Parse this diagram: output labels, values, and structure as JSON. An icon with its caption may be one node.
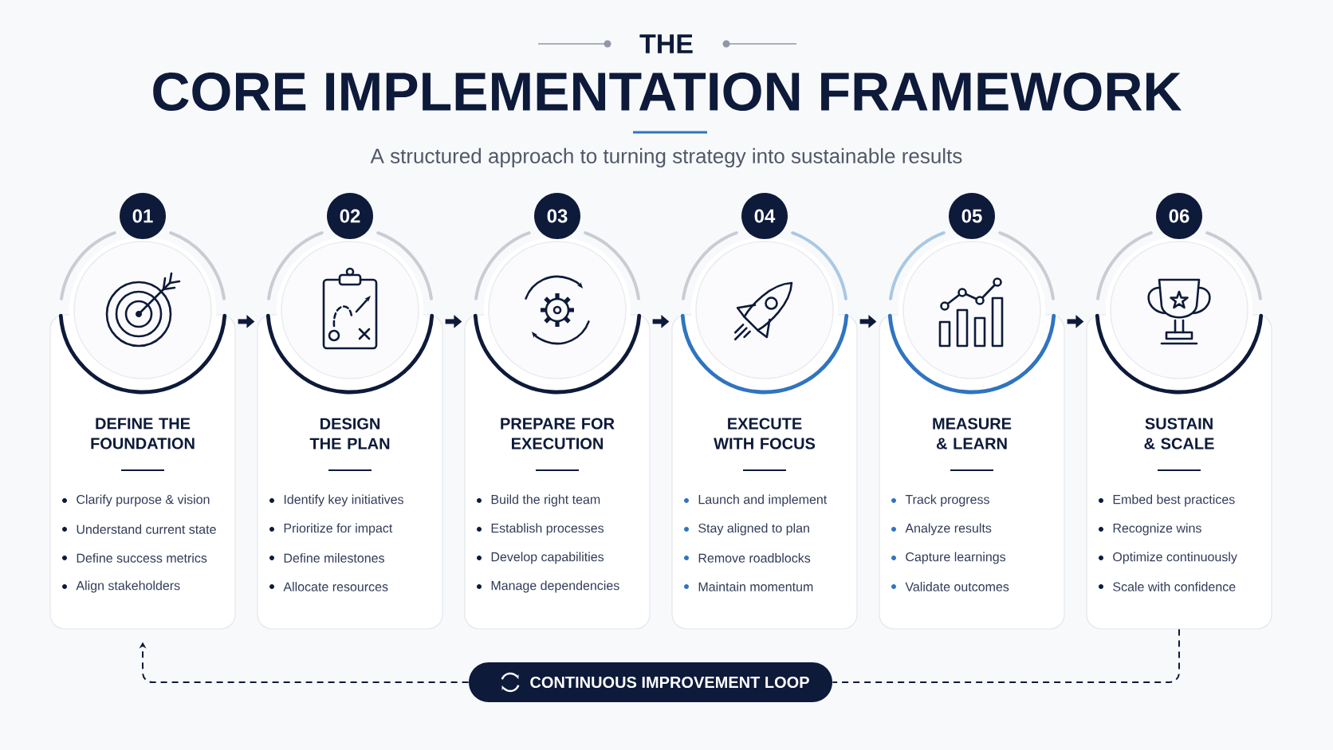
{
  "diagram": {
    "title": "CORE IMPLEMENTATION FRAMEWORK",
    "nodes": [
      {
        "text": [
          "01"
        ]
      },
      {
        "text": [
          "DEFINE THE FOUNDATION",
          "Clarify purpose & vision",
          "Understand current state",
          "Define success metrics",
          "Align stakeholders"
        ]
      },
      {
        "text": [
          "02"
        ]
      },
      {
        "text": [
          "DESIGN THE PLAN",
          "Identify key initiatives",
          "Prioritize for impact",
          "Define milestones",
          "Allocate resources"
        ]
      },
      {
        "text": [
          "03"
        ]
      },
      {
        "text": [
          "PREPARE FOR EXECUTION",
          "Build the right team",
          "Establish processes",
          "Develop capabilities",
          "Manage dependencies"
        ]
      },
      {
        "text": [
          "04"
        ]
      },
      {
        "text": [
          "EXECUTE WITH FOCUS",
          "Launch and implement",
          "Stay aligned to plan",
          "Remove roadblocks",
          "Maintain momentum"
        ]
      },
      {
        "text": [
          "05"
        ]
      },
      {
        "text": [
          "MEASURE & LEARN",
          "Track progress",
          "Analyze results",
          "Capture learnings",
          "Validate outcomes"
        ]
      },
      {
        "text": [
          "06"
        ]
      },
      {
        "text": [
          "SUSTAIN & SCALE",
          "Embed best practices",
          "Recognize wins",
          "Optimize continuously",
          "Scale with confidence"
        ]
      },
      {
        "text": [
          "CONTINUOUS IMPROVEMENT LOOP"
        ]
      }
    ],
    "edges": [
      {
        "from": 1,
        "to": 3,
        "arrow": "to"
      },
      {
        "from": 3,
        "to": 5,
        "arrow": "to"
      },
      {
        "from": 5,
        "to": 7,
        "arrow": "to"
      },
      {
        "from": 7,
        "to": 9,
        "arrow": "to"
      },
      {
        "from": 9,
        "to": 11,
        "arrow": "to"
      },
      {
        "from": 11,
        "to": 12,
        "arrow": "none",
        "style": "dashed"
      },
      {
        "from": 12,
        "to": 1,
        "arrow": "to",
        "style": "dashed"
      }
    ],
    "labels": [
      "THE",
      "A structured approach to turning strategy into sustainable results"
    ]
  }
}
